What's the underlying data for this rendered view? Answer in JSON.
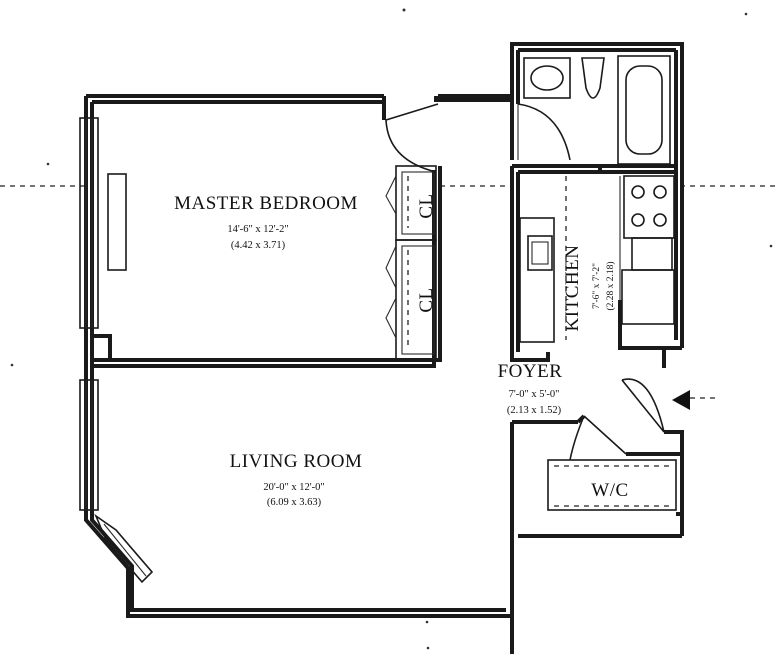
{
  "rooms": {
    "master_bedroom": {
      "name": "MASTER BEDROOM",
      "dim_imperial": "14'-6\" x 12'-2\"",
      "dim_metric": "(4.42 x 3.71)"
    },
    "living_room": {
      "name": "LIVING ROOM",
      "dim_imperial": "20'-0\" x 12'-0\"",
      "dim_metric": "(6.09 x 3.63)"
    },
    "kitchen": {
      "name": "KITCHEN",
      "dim_imperial": "7'-6\" x 7'-2\"",
      "dim_metric": "(2.28 x 2.18)"
    },
    "foyer": {
      "name": "FOYER",
      "dim_imperial": "7'-0\" x 5'-0\"",
      "dim_metric": "(2.13 x 1.52)"
    },
    "closet_upper": {
      "name": "CL"
    },
    "closet_lower": {
      "name": "CL"
    },
    "wc": {
      "name": "W/C"
    }
  },
  "colors": {
    "ink": "#1a1a1a",
    "paper": "#ffffff"
  },
  "icons": {
    "entry": "entry-arrow-icon"
  }
}
